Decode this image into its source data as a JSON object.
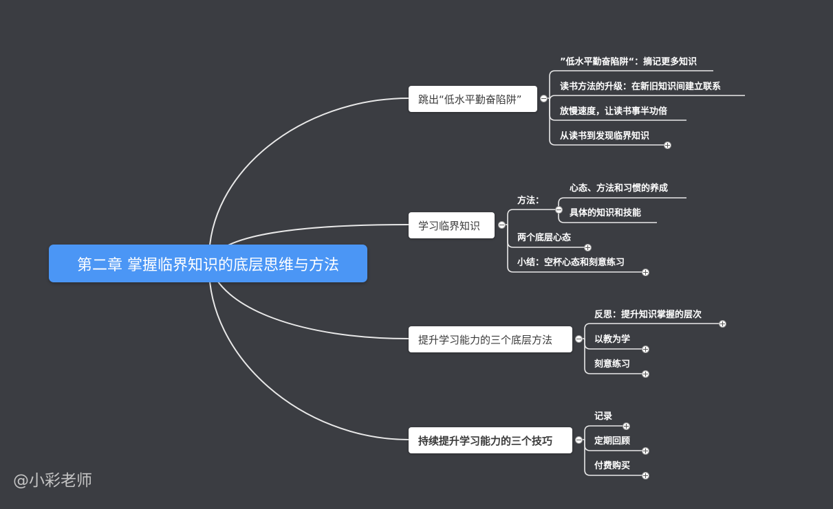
{
  "root": {
    "title": "第二章 掌握临界知识的底层思维与方法"
  },
  "branches": [
    {
      "label": "跳出“低水平勤奋陷阱”",
      "children": [
        "”低水平勤奋陷阱“：摘记更多知识",
        "读书方法的升级：在新旧知识间建立联系",
        "放慢速度，让读书事半功倍",
        "从读书到发现临界知识"
      ]
    },
    {
      "label": "学习临界知识",
      "children": [
        {
          "label": "方法：",
          "children": [
            "心态、方法和习惯的养成",
            "具体的知识和技能"
          ]
        },
        "两个底层心态",
        "小结：空杯心态和刻意练习"
      ]
    },
    {
      "label": "提升学习能力的三个底层方法",
      "children": [
        "反思：提升知识掌握的层次",
        "以教为学",
        "刻意练习"
      ]
    },
    {
      "label": "持续提升学习能力的三个技巧",
      "children": [
        "记录",
        "定期回顾",
        "付费购买"
      ]
    }
  ],
  "watermark": "@小彩老师"
}
